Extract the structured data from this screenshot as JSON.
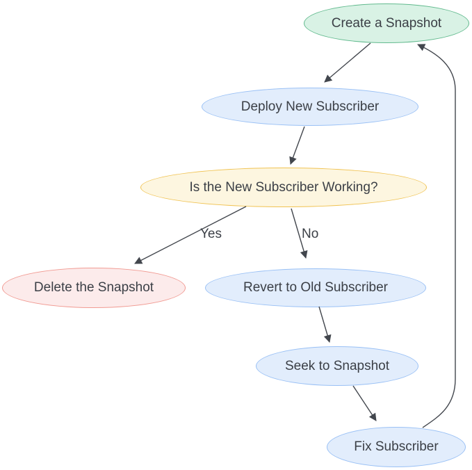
{
  "diagram": {
    "type": "flowchart",
    "nodes": [
      {
        "id": "create-snapshot",
        "label": "Create a Snapshot",
        "shape": "ellipse",
        "fill": "#d9f2e5",
        "stroke": "#62ba8e"
      },
      {
        "id": "deploy-new-subscriber",
        "label": "Deploy New Subscriber",
        "shape": "ellipse",
        "fill": "#e2edfc",
        "stroke": "#99c0f5"
      },
      {
        "id": "is-new-subscriber-working",
        "label": "Is the New Subscriber Working?",
        "shape": "ellipse",
        "fill": "#fdf6e0",
        "stroke": "#f0c250"
      },
      {
        "id": "delete-the-snapshot",
        "label": "Delete the Snapshot",
        "shape": "ellipse",
        "fill": "#fcebeb",
        "stroke": "#f19a92"
      },
      {
        "id": "revert-to-old-subscriber",
        "label": "Revert to Old Subscriber",
        "shape": "ellipse",
        "fill": "#e2edfc",
        "stroke": "#99c0f5"
      },
      {
        "id": "seek-to-snapshot",
        "label": "Seek to Snapshot",
        "shape": "ellipse",
        "fill": "#e2edfc",
        "stroke": "#99c0f5"
      },
      {
        "id": "fix-subscriber",
        "label": "Fix Subscriber",
        "shape": "ellipse",
        "fill": "#e2edfc",
        "stroke": "#99c0f5"
      }
    ],
    "edges": [
      {
        "from": "create-snapshot",
        "to": "deploy-new-subscriber",
        "label": ""
      },
      {
        "from": "deploy-new-subscriber",
        "to": "is-new-subscriber-working",
        "label": ""
      },
      {
        "from": "is-new-subscriber-working",
        "to": "delete-the-snapshot",
        "label": "Yes"
      },
      {
        "from": "is-new-subscriber-working",
        "to": "revert-to-old-subscriber",
        "label": "No"
      },
      {
        "from": "revert-to-old-subscriber",
        "to": "seek-to-snapshot",
        "label": ""
      },
      {
        "from": "seek-to-snapshot",
        "to": "fix-subscriber",
        "label": ""
      },
      {
        "from": "fix-subscriber",
        "to": "create-snapshot",
        "label": ""
      }
    ],
    "colors": {
      "edge": "#42464d",
      "text": "#3b3f46",
      "background": "#ffffff"
    }
  }
}
